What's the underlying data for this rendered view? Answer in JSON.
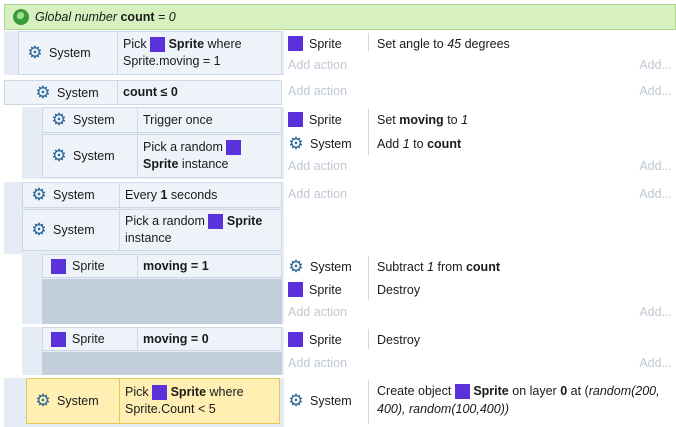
{
  "global": {
    "prefix": "Global number",
    "name": "count",
    "suffix": "= 0"
  },
  "labels": {
    "system": "System",
    "sprite": "Sprite",
    "add_action": "Add action",
    "add_short": "Add..."
  },
  "event1": {
    "cond": {
      "pick": "Pick",
      "obj": "Sprite",
      "where": "where",
      "expr": "Sprite.moving = 1"
    },
    "action": {
      "text1": "Set angle to",
      "val": "45",
      "text2": "degrees"
    }
  },
  "event2": {
    "cond": "count ≤ 0"
  },
  "event3": {
    "cond1": "Trigger once",
    "cond2": {
      "a": "Pick a random",
      "obj": "Sprite",
      "b": "instance"
    },
    "action1": {
      "a": "Set",
      "var": "moving",
      "b": "to",
      "val": "1"
    },
    "action2": {
      "a": "Add",
      "val": "1",
      "b": "to",
      "var": "count"
    }
  },
  "event4": {
    "cond1": {
      "a": "Every",
      "val": "1",
      "b": "seconds"
    },
    "cond2": {
      "a": "Pick a random",
      "obj": "Sprite",
      "b": "instance"
    }
  },
  "event5": {
    "cond": "moving = 1",
    "action1": {
      "a": "Subtract",
      "val": "1",
      "b": "from",
      "var": "count"
    },
    "action2": "Destroy"
  },
  "event6": {
    "cond": "moving = 0",
    "action": "Destroy"
  },
  "event7": {
    "cond": {
      "pick": "Pick",
      "obj": "Sprite",
      "where": "where",
      "expr": "Sprite.Count < 5"
    },
    "action": {
      "a": "Create object",
      "obj": "Sprite",
      "b": "on layer",
      "layer": "0",
      "c": "at (",
      "x": "random(200,",
      "y": "400), random(100,400))"
    }
  }
}
